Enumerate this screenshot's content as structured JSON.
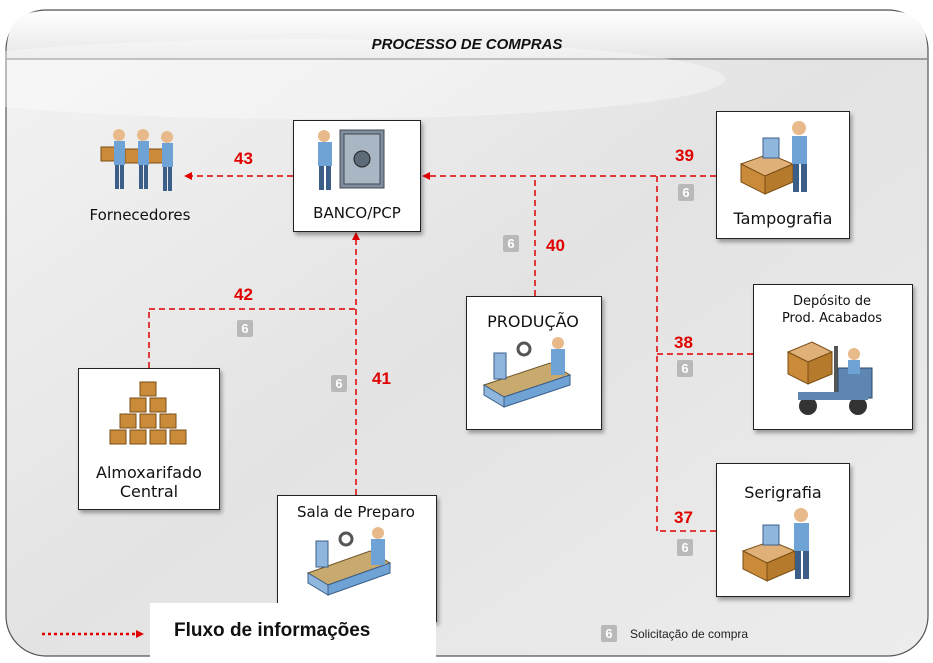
{
  "title": "PROCESSO DE COMPRAS",
  "nodes": {
    "fornecedores": "Fornecedores",
    "banco": "BANCO/PCP",
    "tampografia": "Tampografia",
    "producao": "PRODUÇÃO",
    "deposito_line1": "Depósito de",
    "deposito_line2": "Prod. Acabados",
    "almox_line1": "Almoxarifado",
    "almox_line2": "Central",
    "sala": "Sala de Preparo",
    "serigrafia": "Serigrafia"
  },
  "flow_numbers": {
    "n43": "43",
    "n39": "39",
    "n40": "40",
    "n42": "42",
    "n41": "41",
    "n38": "38",
    "n37": "37"
  },
  "badge_label": "6",
  "legend": {
    "flow": "Fluxo de informações",
    "solicitacao": "Solicitação de compra"
  },
  "colors": {
    "flow_line": "#e00000",
    "badge": "#b9b9b9",
    "panel": "#ededed"
  }
}
